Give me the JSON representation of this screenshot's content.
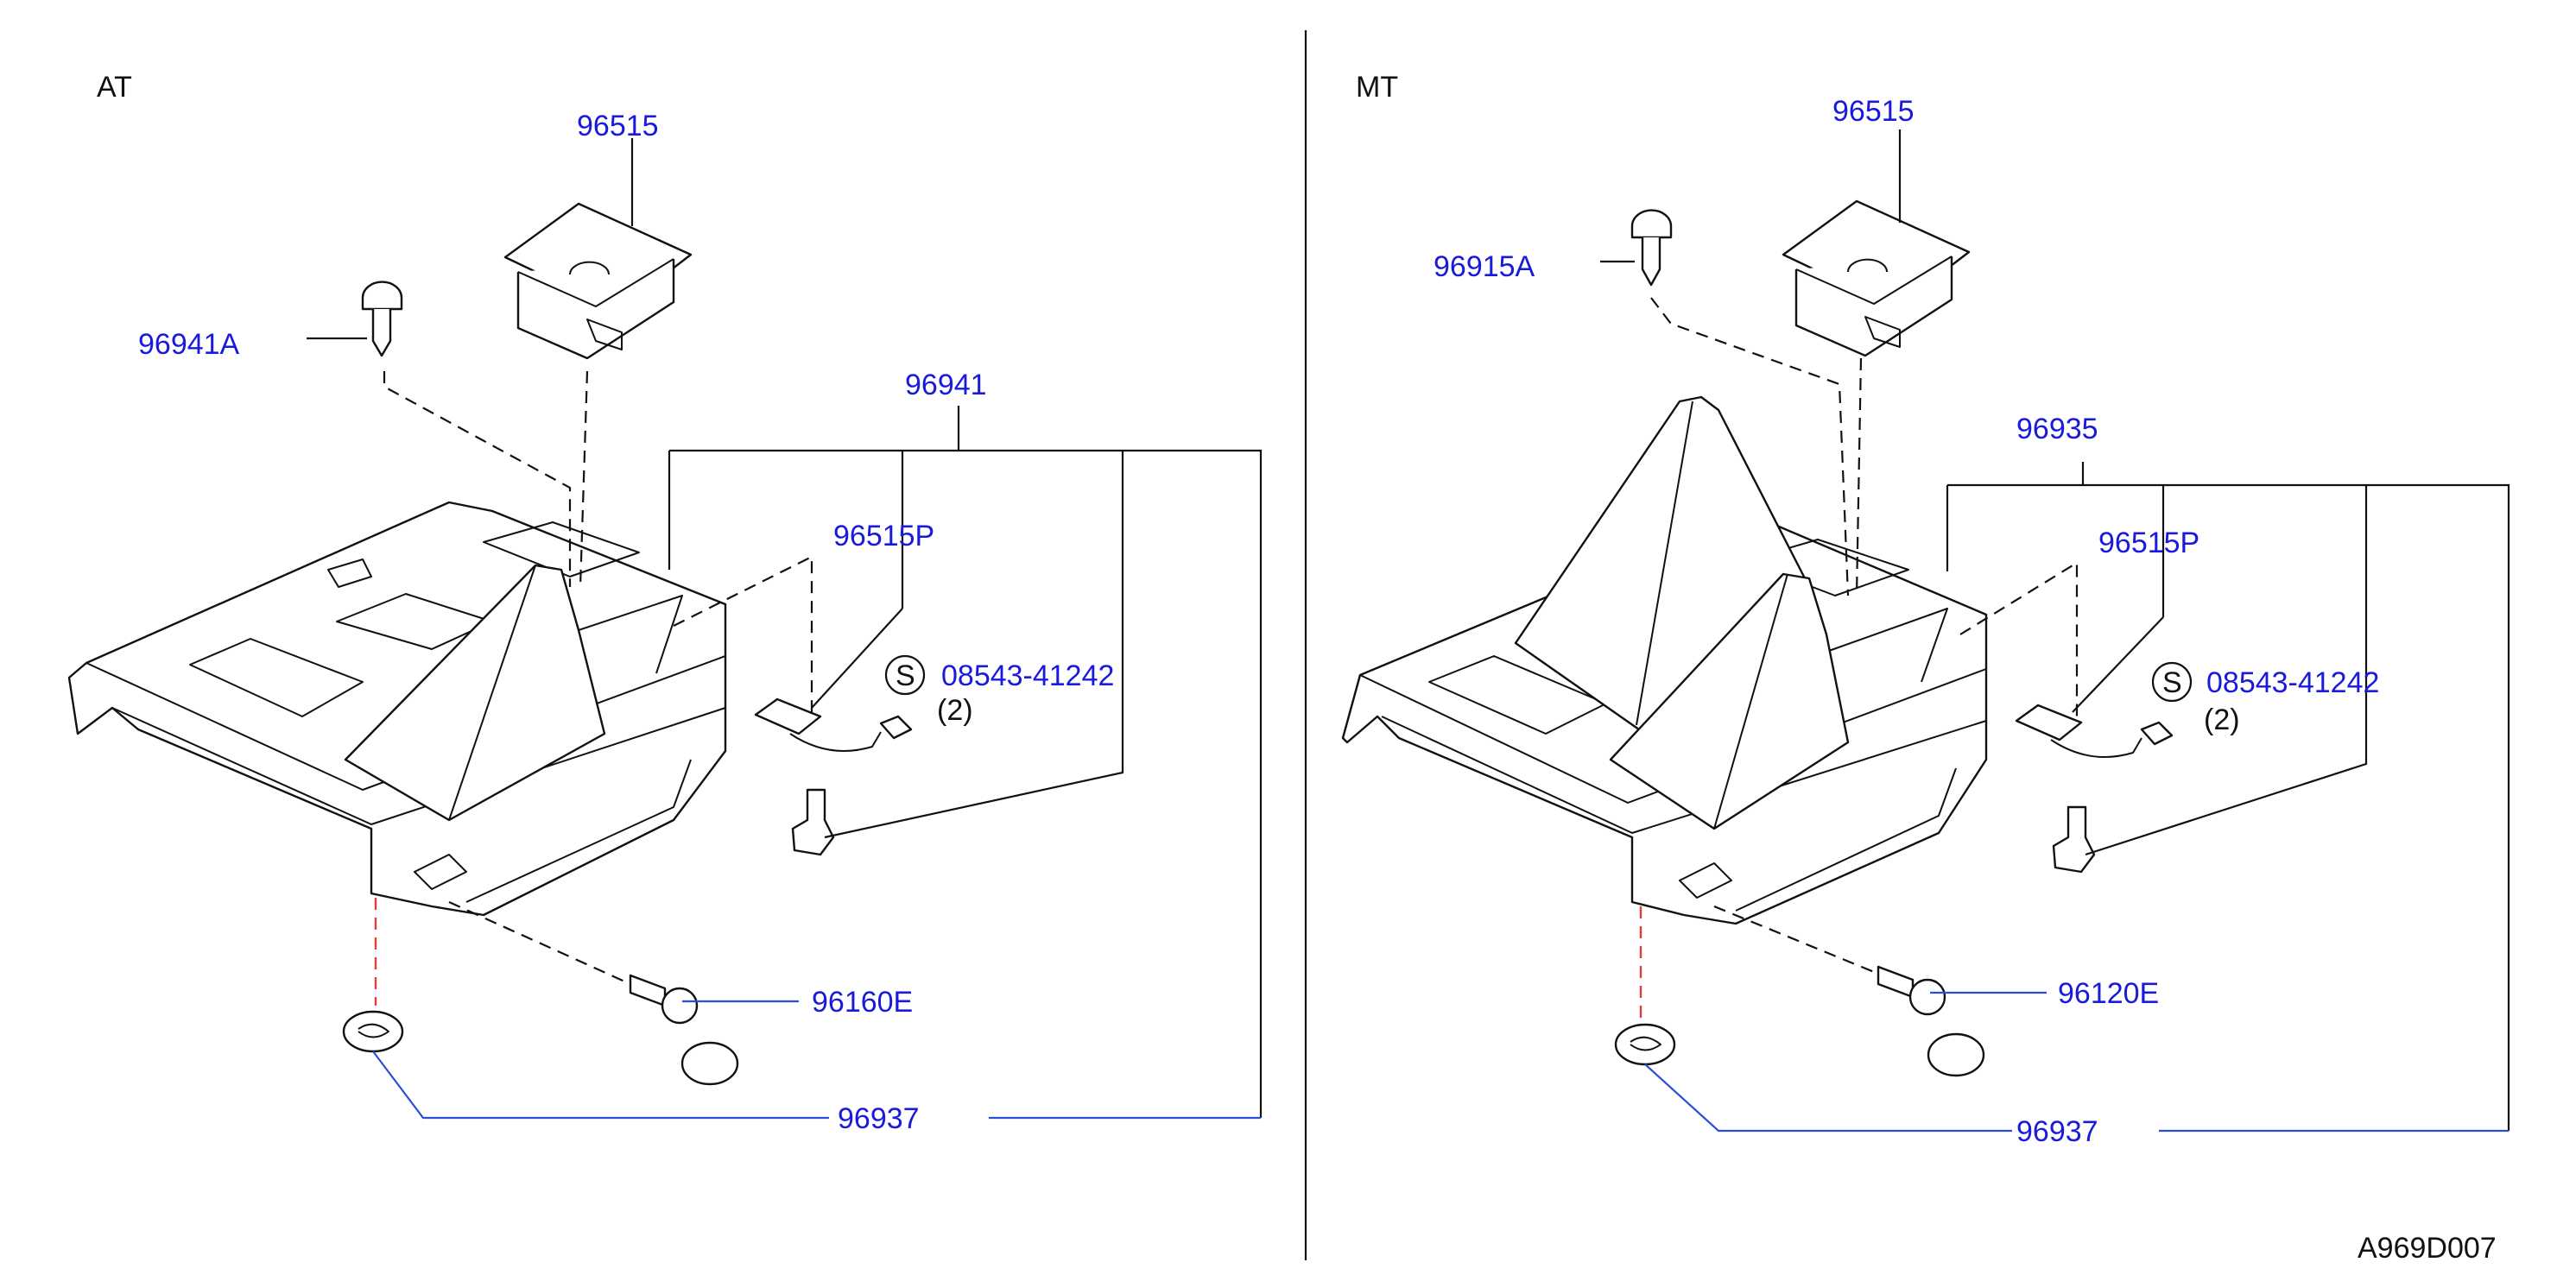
{
  "panels": {
    "left": {
      "title": "AT",
      "labels": {
        "cup": "96515",
        "clip": "96941A",
        "assembly": "96941",
        "lamp": "96515P",
        "bolt_symbol": "S",
        "bolt": "08543-41242",
        "bolt_qty": "(2)",
        "screw": "96160E",
        "grommet": "96937"
      }
    },
    "right": {
      "title": "MT",
      "labels": {
        "cup": "96515",
        "clip": "96915A",
        "assembly": "96935",
        "lamp": "96515P",
        "bolt_symbol": "S",
        "bolt": "08543-41242",
        "bolt_qty": "(2)",
        "screw": "96120E",
        "grommet": "96937"
      }
    }
  },
  "diagram_code": "A969D007"
}
